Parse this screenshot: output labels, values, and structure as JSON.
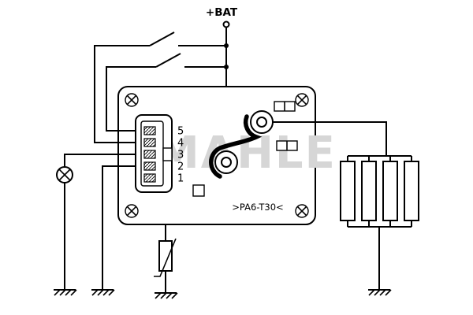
{
  "diagram": {
    "battery_label": "+BAT",
    "part_number": ">PA6-T30<",
    "watermark": "MAHLE",
    "pins": [
      "5",
      "4",
      "3",
      "2",
      "1"
    ],
    "colors": {
      "line": "#000000",
      "watermark": "#d6d6d6",
      "component_fill": "#ffffff",
      "background": "#ffffff"
    }
  }
}
